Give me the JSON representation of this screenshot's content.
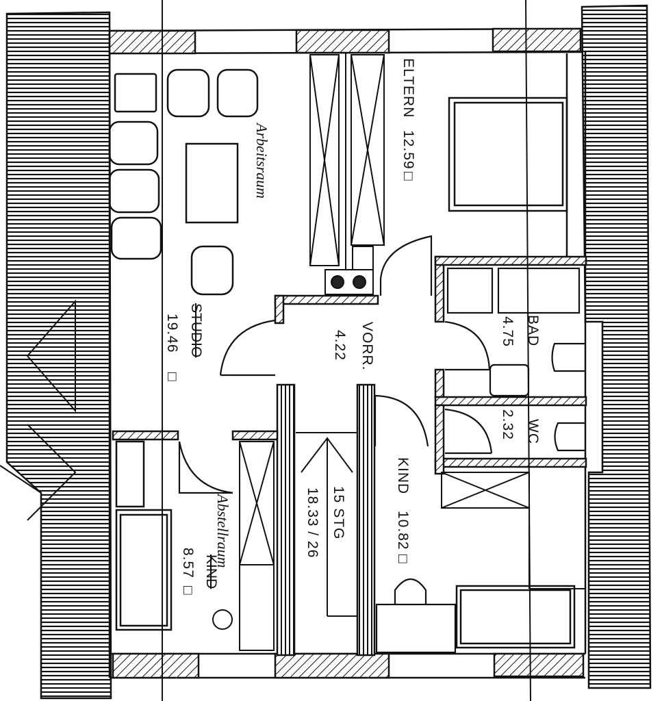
{
  "rooms": {
    "eltern": {
      "name": "ELTERN",
      "area": "12.59"
    },
    "studio": {
      "new_name": "Arbeitsraum",
      "old_name": "STUDIO",
      "area": "19.46"
    },
    "vorraum": {
      "name": "VORR.",
      "area": "4.22"
    },
    "bad": {
      "name": "BAD",
      "area": "4.75"
    },
    "wc": {
      "name": "WC",
      "area": "2.32"
    },
    "kind": {
      "name": "KIND",
      "area": "10.82"
    },
    "abstell": {
      "new_name": "Abstellraum",
      "old_name": "KIND",
      "area": "8.57"
    },
    "stair": {
      "name": "15 STG",
      "dims": "18.33 / 26"
    }
  },
  "area_unit_glyph": "□",
  "colors": {
    "ink": "#111111",
    "paper": "#ffffff"
  }
}
